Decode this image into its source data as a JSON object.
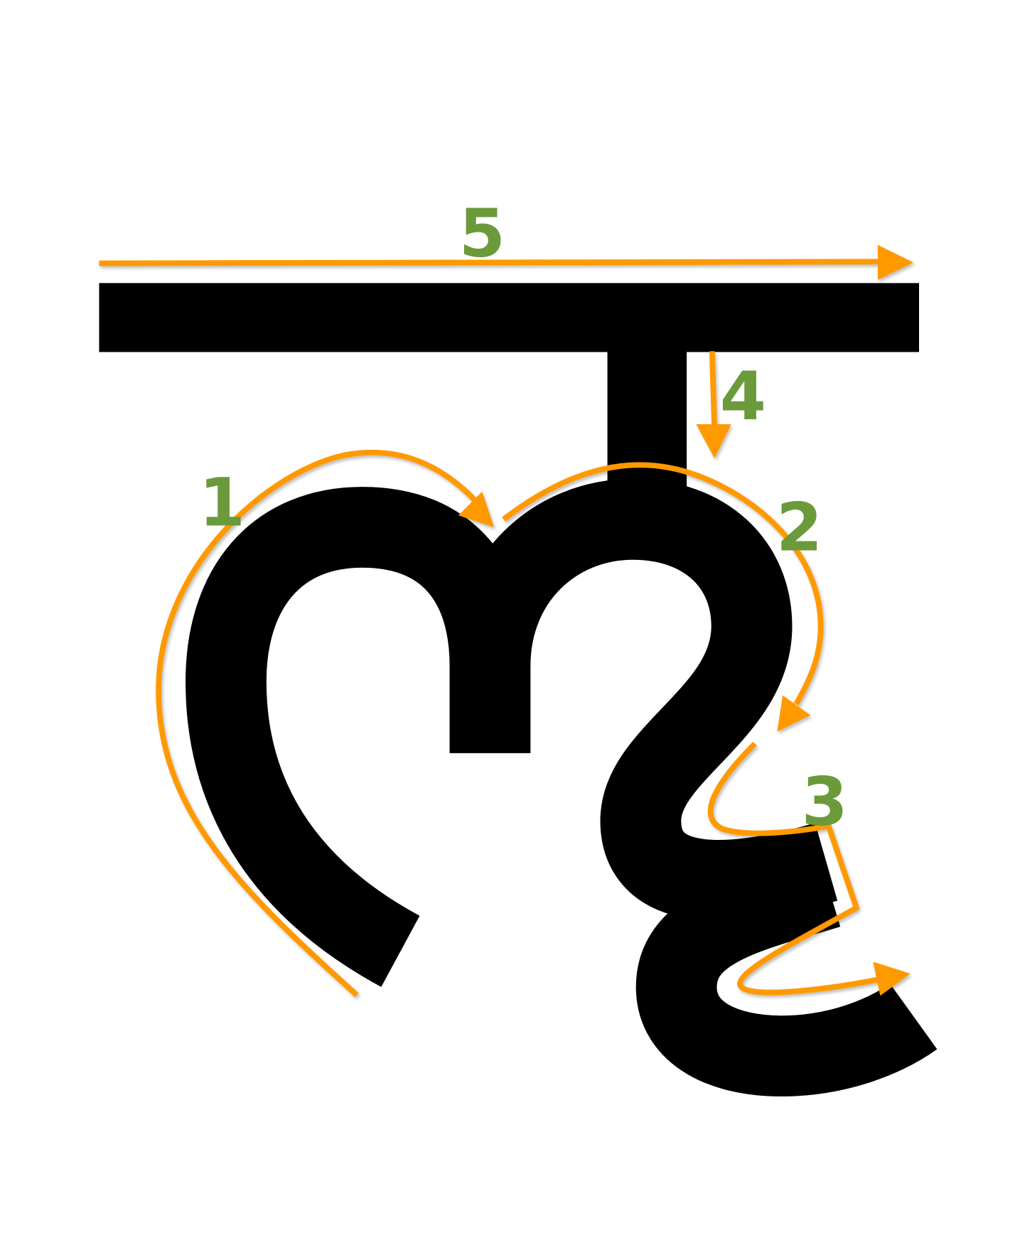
{
  "colors": {
    "glyph": "#000000",
    "arrow": "#FF9900",
    "number": "#6A9A3A",
    "background": "#FFFFFF"
  },
  "strokes": [
    {
      "number": "1"
    },
    {
      "number": "2"
    },
    {
      "number": "3"
    },
    {
      "number": "4"
    },
    {
      "number": "5"
    }
  ]
}
